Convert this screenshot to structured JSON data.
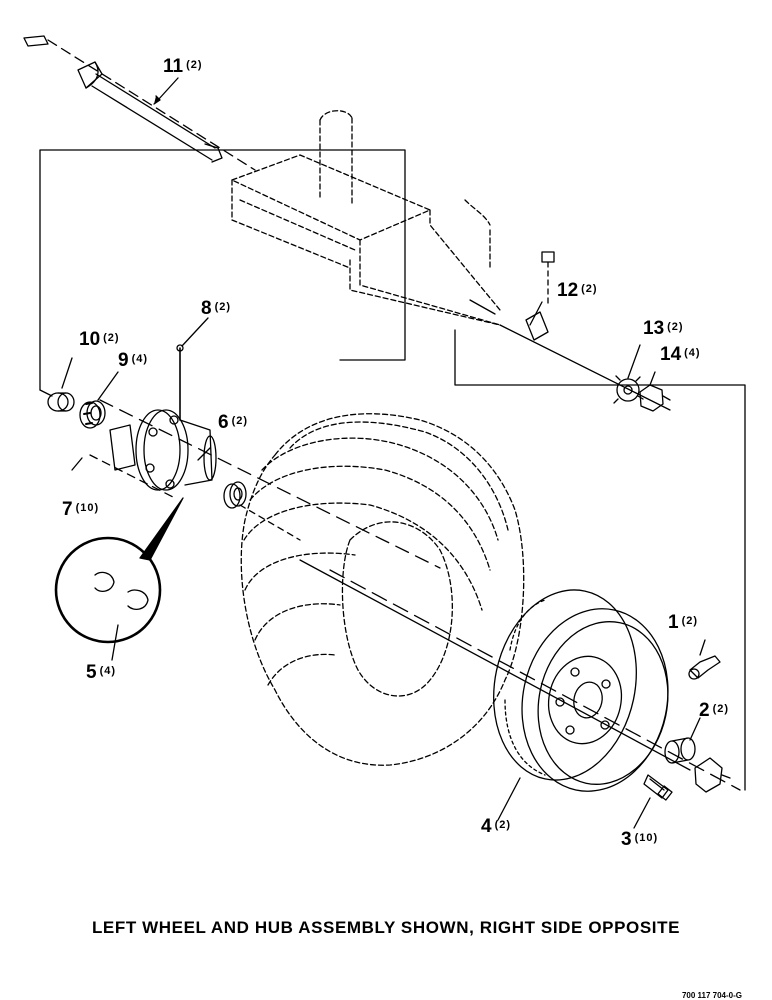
{
  "callouts": [
    {
      "id": "c1",
      "number": "1",
      "qty": "(2)"
    },
    {
      "id": "c2",
      "number": "2",
      "qty": "(2)"
    },
    {
      "id": "c3",
      "number": "3",
      "qty": "(10)"
    },
    {
      "id": "c4",
      "number": "4",
      "qty": "(2)"
    },
    {
      "id": "c5",
      "number": "5",
      "qty": "(4)"
    },
    {
      "id": "c6",
      "number": "6",
      "qty": "(2)"
    },
    {
      "id": "c7",
      "number": "7",
      "qty": "(10)"
    },
    {
      "id": "c8",
      "number": "8",
      "qty": "(2)"
    },
    {
      "id": "c9",
      "number": "9",
      "qty": "(4)"
    },
    {
      "id": "c10",
      "number": "10",
      "qty": "(2)"
    },
    {
      "id": "c11",
      "number": "11",
      "qty": "(2)"
    },
    {
      "id": "c12",
      "number": "12",
      "qty": "(2)"
    },
    {
      "id": "c13",
      "number": "13",
      "qty": "(2)"
    },
    {
      "id": "c14",
      "number": "14",
      "qty": "(4)"
    }
  ],
  "caption": "LEFT WHEEL AND HUB ASSEMBLY SHOWN, RIGHT SIDE OPPOSITE",
  "doc_number": "700 117 704-0-G",
  "colors": {
    "ink": "#000000",
    "paper": "#ffffff"
  }
}
